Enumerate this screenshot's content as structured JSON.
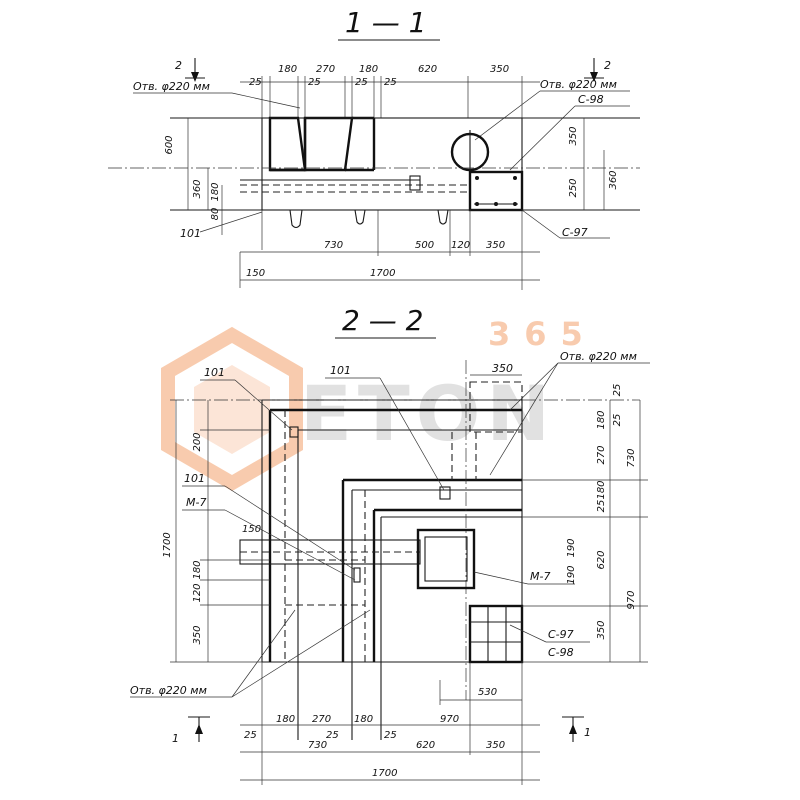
{
  "colors": {
    "line": "#1a1a1a",
    "watermark_orange": "#f4a26c",
    "watermark_gray": "#c9c9c9"
  },
  "watermark": {
    "number": "365",
    "word": "ETON"
  },
  "section1": {
    "title": "1 — 1",
    "cut_mark": "2",
    "hole_label_left": "Отв. φ220 мм",
    "hole_label_right": "Отв. φ220 мм",
    "label_c98": "С-98",
    "label_c97": "С-97",
    "label_101": "101",
    "top_dims": [
      "25",
      "180",
      "270",
      "25",
      "180",
      "25",
      "25",
      "620",
      "350"
    ],
    "left_dims": [
      "600",
      "360",
      "180",
      "80"
    ],
    "right_dims": [
      "350",
      "250",
      "360"
    ],
    "bottom_dims": [
      "730",
      "500",
      "120",
      "350"
    ],
    "dim_150": "150",
    "total": "1700"
  },
  "section2": {
    "title": "2 — 2",
    "hole_label_top": "Отв. φ220 мм",
    "hole_label_bottom": "Отв. φ220 мм",
    "dim_350_top": "350",
    "label_101_a": "101",
    "label_101_b": "101",
    "label_101_c": "101",
    "label_m7_left": "М-7",
    "label_m7_right": "М-7",
    "label_c97": "С-97",
    "label_c98": "С-98",
    "left_dims": [
      "200",
      "1700",
      "180",
      "120",
      "350"
    ],
    "dim_150": "150",
    "right_dims": [
      "25",
      "180",
      "25",
      "270",
      "180",
      "25",
      "730",
      "190",
      "620",
      "190",
      "970",
      "350"
    ],
    "bottom_dims_row1": [
      "25",
      "180",
      "270",
      "25",
      "180",
      "25"
    ],
    "dim_530": "530",
    "dim_970": "970",
    "bottom_dims_row2": [
      "730",
      "620",
      "350"
    ],
    "total": "1700",
    "cut_mark": "1"
  }
}
